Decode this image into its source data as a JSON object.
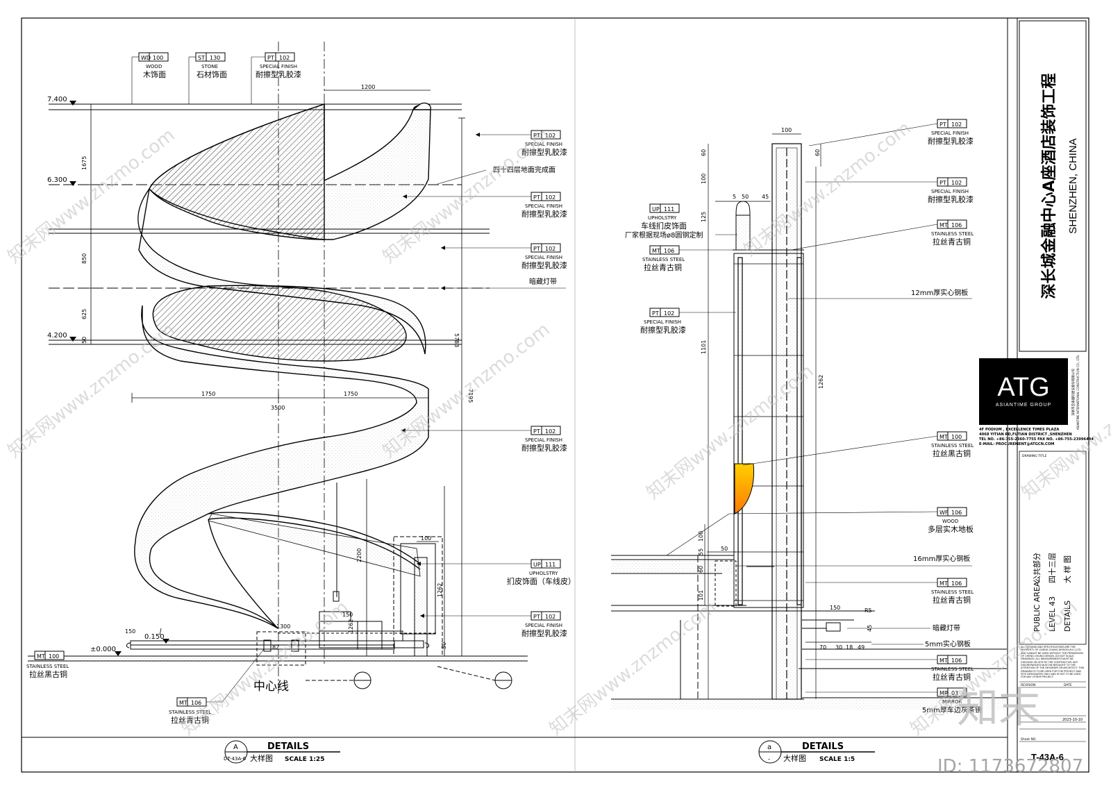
{
  "project": {
    "title_cn": "深长城金融中心A座酒店装饰工程",
    "location": "SHENZHEN, CHINA"
  },
  "company": {
    "logo": "ATG",
    "name": "ASIANTIME GROUP",
    "cn_name": "深圳市亚泰国际建设股份有限公司",
    "en_name": "ASIANTIME INTERNATIONAL CONSTRUCTION CO., LTD.",
    "address_1": "4F PODIUM , EXCELLENCE TIMES PLAZA",
    "address_2": "4068 YITIAN RD,FUTIAN DISTRICT ,SHENZHEN",
    "tel": "TEL NO. +86-755-2360-7755    FAX NO. +86-755-23996494",
    "email": "E-MAIL: PROCUREMENT@ATGCN.COM"
  },
  "title_block": {
    "drawing_title_label": "DRAWING TITLE",
    "line1_en": "PUBLIC AREA",
    "line1_cn": "公共部分",
    "line2_en": "LEVEL 43",
    "line2_cn": "四十三层",
    "line3_en": "DETAILS",
    "line3_cn": "大 样 图",
    "notes": "ALL DESIGNS AND SPECIFICATIONS ARE THE PROPERTY OF CHENG CHUNG DESIGN (H.K.) LTD. AND CANNOT BE USED WITHOUT THE PERMISSION OF CHENG CHUNG DESIGN. DO NOT SCALE DRAWINGS. ALL MEASUREMENTS MUST BE CHECKED ON SITE BY THE CONTRACTOR. ANY DISCREPANCIES MUST BE BROUGHT TO THE ATTENTION OF THE DESIGNER OR ARCHITECT. THIS DRAWING IS TO BE USED FOR THE PROJECT AND SITE DESIGNATED ONLY AND IS NOT TO BE USED FOR ANY OTHER PROJECT.",
    "revision_label": "REVISION",
    "date_label": "DATE",
    "date": "2023-10-10",
    "sheet_no_label": "Sheet NO.",
    "sheet_no": "T-43A-6"
  },
  "watermark": {
    "brand": "知末",
    "id": "ID: 1173672807",
    "repeat_text": "知末网www.znzmo.com"
  },
  "detail_left": {
    "bubble_top": "A",
    "bubble_bottom": "DT-43A-6",
    "title": "DETAILS",
    "cn": "大样图",
    "scale": "SCALE 1:25",
    "levels": [
      "7.400",
      "6.300",
      "4.200",
      "0.150",
      "±0.000"
    ],
    "centerline": "中心线",
    "dims": {
      "top": "1200",
      "v1": "1675",
      "v2": "850",
      "v3": "625",
      "v4": "50",
      "w1": "1750",
      "w2": "1750",
      "w_total": "3500",
      "h_stair": "2200",
      "h_rail": "1262",
      "h_total": "7195",
      "h_right": "5783",
      "rail_w": "100",
      "base_w": "150",
      "center_w": "1300",
      "small_a": "150",
      "small_b": "1262",
      "small_c": "82",
      "bottom_r": "50"
    },
    "tags": [
      {
        "code": "WD",
        "num": "100",
        "en": "WOOD",
        "cn": "木饰面"
      },
      {
        "code": "ST",
        "num": "130",
        "en": "STONE",
        "cn": "石材饰面"
      },
      {
        "code": "PT",
        "num": "102",
        "en": "SPECIAL FINISH",
        "cn": "耐擦型乳胶漆"
      },
      {
        "code": "PT",
        "num": "102",
        "en": "SPECIAL FINISH",
        "cn": "耐擦型乳胶漆"
      },
      {
        "code": "PT",
        "num": "102",
        "en": "SPECIAL FINISH",
        "cn": "耐擦型乳胶漆"
      },
      {
        "code": "PT",
        "num": "102",
        "en": "SPECIAL FINISH",
        "cn": "耐擦型乳胶漆"
      },
      {
        "code": "PT",
        "num": "102",
        "en": "SPECIAL FINISH",
        "cn": "耐擦型乳胶漆"
      },
      {
        "code": "UP",
        "num": "111",
        "en": "UPHOLSTRY",
        "cn": "扪皮饰面（车线皮）"
      },
      {
        "code": "PT",
        "num": "102",
        "en": "SPECIAL FINISH",
        "cn": "耐擦型乳胶漆"
      },
      {
        "code": "MT",
        "num": "100",
        "en": "STAINLESS STEEL",
        "cn": "拉丝黑古铜"
      },
      {
        "code": "MT",
        "num": "106",
        "en": "STAINLESS STEEL",
        "cn": "拉丝青古铜"
      }
    ],
    "notes": [
      "四十四层地面完成面",
      "暗藏灯带"
    ]
  },
  "detail_right": {
    "bubble_top": "a",
    "bubble_bottom": "-",
    "title": "DETAILS",
    "cn": "大样图",
    "scale": "SCALE 1:5",
    "dims": {
      "top": "100",
      "v60": "60",
      "v100": "100",
      "v125": "125",
      "h5": "5",
      "h50": "50",
      "h45": "45",
      "h1101": "1101",
      "h1262": "1262",
      "v100b": "100",
      "v55": "55",
      "h50b": "50",
      "v60b": "60",
      "v101": "101",
      "h150": "150",
      "r5": "R5",
      "v45": "45",
      "h70": "70",
      "h30": "30",
      "h18": "18",
      "h49": "49",
      "v60c": "60"
    },
    "tags_right": [
      {
        "code": "PT",
        "num": "102",
        "en": "SPECIAL FINISH",
        "cn": "耐擦型乳胶漆"
      },
      {
        "code": "PT",
        "num": "102",
        "en": "SPECIAL FINISH",
        "cn": "耐擦型乳胶漆"
      },
      {
        "code": "MT",
        "num": "106",
        "en": "STAINLESS STEEL",
        "cn": "拉丝青古铜"
      },
      {
        "code": "MT",
        "num": "100",
        "en": "STAINLESS STEEL",
        "cn": "拉丝黑古铜"
      },
      {
        "code": "WF",
        "num": "106",
        "en": "WOOD",
        "cn": "多层实木地板"
      },
      {
        "code": "MT",
        "num": "106",
        "en": "STAINLESS STEEL",
        "cn": "拉丝青古铜"
      },
      {
        "code": "MT",
        "num": "106",
        "en": "STAINLESS STEEL",
        "cn": "拉丝青古铜"
      },
      {
        "code": "MR",
        "num": "03",
        "en": "MIRROR",
        "cn": "5mm厚车边灰茶镜"
      }
    ],
    "tags_left": [
      {
        "code": "UP",
        "num": "111",
        "en": "UPHOLSTRY",
        "cn": "车线扪皮饰面",
        "cn2": "厂家根据现场ø8圆钢定制"
      },
      {
        "code": "MT",
        "num": "106",
        "en": "STAINLESS STEEL",
        "cn": "拉丝青古铜"
      },
      {
        "code": "PT",
        "num": "102",
        "en": "SPECIAL FINISH",
        "cn": "耐擦型乳胶漆"
      }
    ],
    "notes": [
      "12mm厚实心钢板",
      "16mm厚实心钢板",
      "暗藏灯带",
      "5mm实心钢板"
    ]
  },
  "colors": {
    "line": "#000000",
    "handrail_top": "#f7b500",
    "handrail_bottom": "#ff8a00",
    "watermark": "#c8c8c8"
  }
}
